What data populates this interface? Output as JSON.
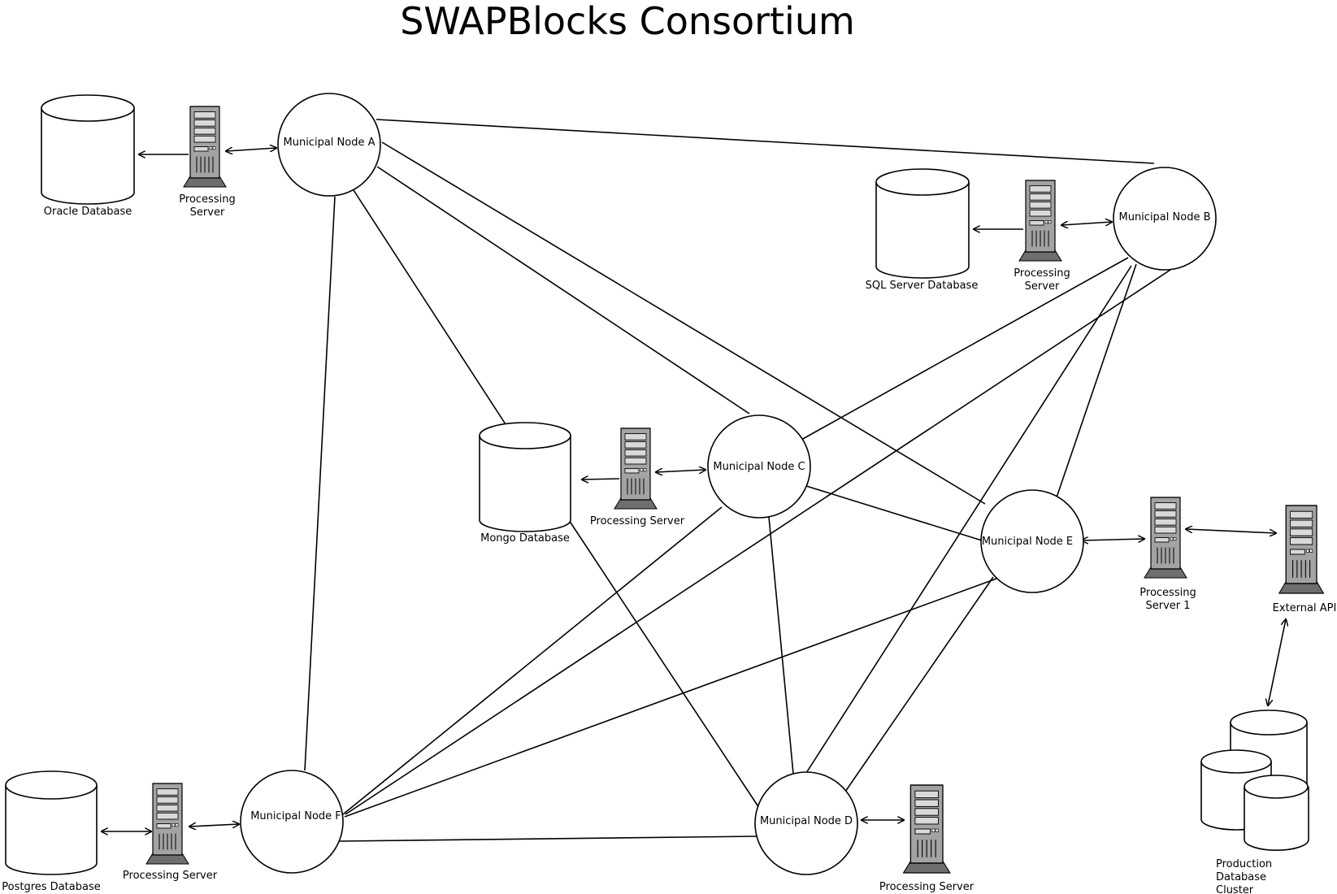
{
  "title": "SWAPBlocks Consortium",
  "colors": {
    "line": "#000000",
    "server_case": "#a3a3a3",
    "server_dark": "#6e6e6e",
    "server_light": "#d9d9d9",
    "background": "#ffffff"
  },
  "nodes": {
    "a": "Municipal Node A",
    "b": "Municipal Node B",
    "c": "Municipal Node C",
    "d": "Municipal Node D",
    "e": "Municipal Node E",
    "f": "Municipal Node F"
  },
  "databases": {
    "oracle": "Oracle Database",
    "sqlserver": "SQL Server Database",
    "mongo": "Mongo Database",
    "postgres": "Postgres Database",
    "cluster_line1": "Production",
    "cluster_line2": "Database",
    "cluster_line3": "Cluster"
  },
  "servers": {
    "a_line1": "Processing",
    "a_line2": "Server",
    "b_line1": "Processing",
    "b_line2": "Server",
    "c": "Processing Server",
    "d": "Processing Server",
    "e_line1": "Processing",
    "e_line2": "Server 1",
    "f": "Processing Server",
    "external": "External API"
  },
  "icons": {
    "server": "server-tower-icon",
    "database": "database-cylinder-icon"
  }
}
